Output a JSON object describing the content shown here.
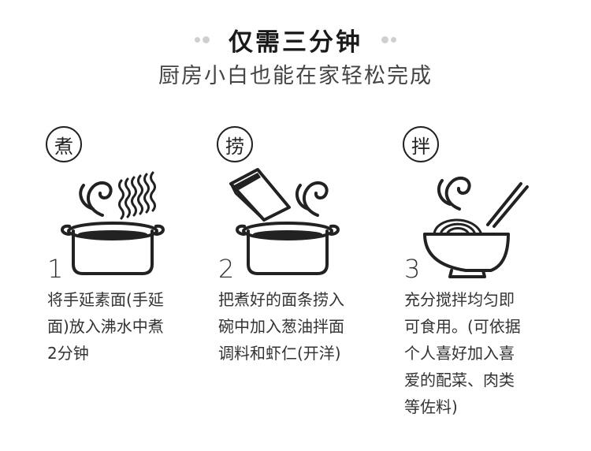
{
  "header": {
    "title": "仅需三分钟",
    "subtitle": "厨房小白也能在家轻松完成"
  },
  "steps": [
    {
      "badge": "煮",
      "number": "1",
      "lines": [
        "将手延素面(手延",
        "面)放入沸水中煮",
        "2分钟"
      ]
    },
    {
      "badge": "捞",
      "number": "2",
      "lines": [
        "把煮好的面条捞入",
        "碗中加入葱油拌面",
        "调料和虾仁(开洋)"
      ]
    },
    {
      "badge": "拌",
      "number": "3",
      "lines": [
        "充分搅拌均匀即",
        "可食用。(可依据",
        "个人喜好加入喜",
        "爱的配菜、肉类",
        "等佐料)"
      ]
    }
  ],
  "icons": {
    "step1": "pot-with-steam-and-noodles-icon",
    "step2": "pot-with-seasoning-packet-icon",
    "step3": "noodle-bowl-with-chopsticks-icon"
  }
}
